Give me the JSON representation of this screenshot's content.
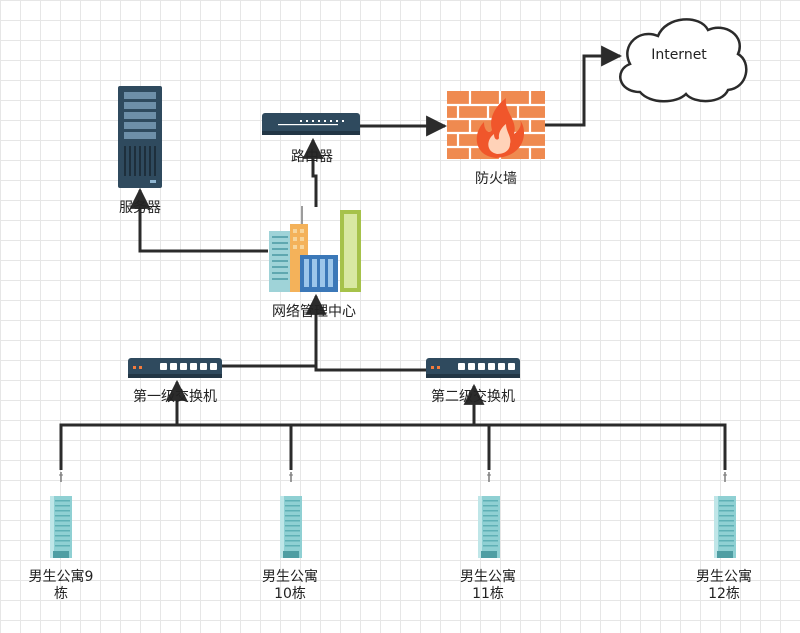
{
  "nodes": {
    "internet": "Internet",
    "router": "路由器",
    "firewall": "防火墙",
    "server": "服务器",
    "center": "网络管理中心",
    "switch1": "第一级交换机",
    "switch2": "第二级交换机",
    "dorm9": {
      "line1": "男生公寓9",
      "line2": "栋"
    },
    "dorm10": {
      "line1": "男生公寓",
      "line2": "10栋"
    },
    "dorm11": {
      "line1": "男生公寓",
      "line2": "11栋"
    },
    "dorm12": {
      "line1": "男生公寓",
      "line2": "12栋"
    }
  },
  "colors": {
    "line": "#2b2b2b",
    "device_dark": "#2f4a5e",
    "firewall_brick": "#ef8a50",
    "flame": "#f0562b",
    "building_teal": "#8fd0d3"
  }
}
